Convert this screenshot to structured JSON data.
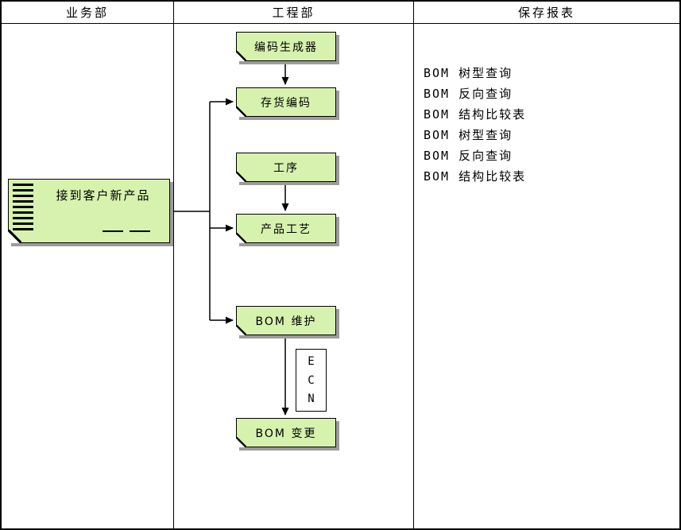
{
  "header": {
    "columns": [
      "业务部",
      "工程部",
      "保存报表"
    ]
  },
  "business": {
    "document_label": "接到客户新产品"
  },
  "engineering": {
    "nodes": [
      {
        "label": "编码生成器"
      },
      {
        "label": "存货编码"
      },
      {
        "label": "工序"
      },
      {
        "label": "产品工艺"
      },
      {
        "label": "BOM 维护"
      },
      {
        "label": "BOM 变更"
      }
    ],
    "ecn_letters": [
      "E",
      "C",
      "N"
    ]
  },
  "reports": {
    "items": [
      "BOM 树型查询",
      "BOM 反向查询",
      "BOM 结构比较表",
      "BOM 树型查询",
      "BOM 反向查询",
      "BOM 结构比较表"
    ]
  },
  "colors": {
    "node_fill": "#d6f2ae",
    "node_border": "#000000",
    "node_shadow": "#9c9c9c",
    "connector": "#000000",
    "background": "#ffffff"
  }
}
